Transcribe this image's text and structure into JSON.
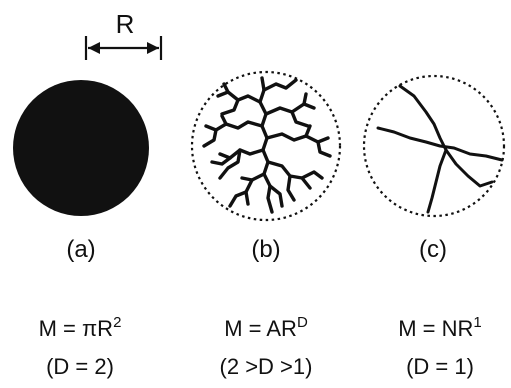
{
  "radius_label": "R",
  "panels": [
    {
      "id": "a",
      "label": "(a)",
      "formula_prefix": "M = πR",
      "formula_sup": "2",
      "condition": "(D = 2)"
    },
    {
      "id": "b",
      "label": "(b)",
      "formula_prefix": "M = AR",
      "formula_sup": "D",
      "condition": "(2 >D >1)"
    },
    {
      "id": "c",
      "label": "(c)",
      "formula_prefix": "M = NR",
      "formula_sup": "1",
      "condition": "(D = 1)"
    }
  ],
  "colors": {
    "ink": "#111111",
    "background": "#ffffff"
  }
}
